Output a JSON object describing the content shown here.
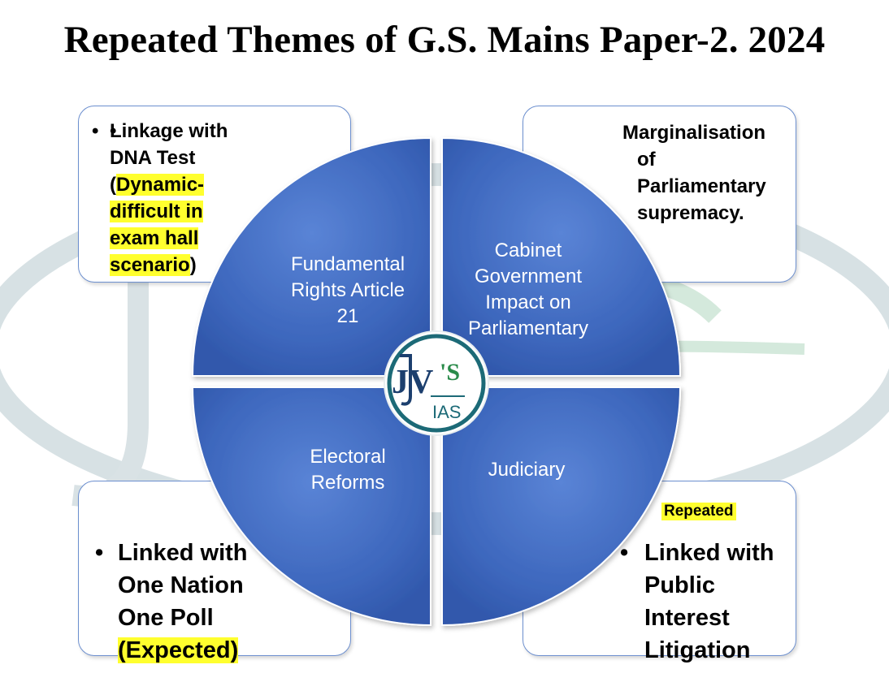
{
  "title": "Repeated Themes of G.S. Mains Paper-2. 2024",
  "logo": {
    "letters": "JV",
    "suffix": "'S",
    "sub": "IAS"
  },
  "quadrants": {
    "top_left": [
      "Fundamental",
      "Rights Article",
      "21"
    ],
    "top_right": [
      "Cabinet",
      "Government",
      "Impact on",
      "Parliamentary"
    ],
    "bottom_left": [
      "Electoral",
      "Reforms"
    ],
    "bottom_right": [
      "Judiciary"
    ]
  },
  "boxes": {
    "top_left": {
      "lines": [
        "Linkage with",
        "DNA Test"
      ],
      "paren_open": "(",
      "highlight_lines": [
        "Dynamic-",
        "difficult in",
        "exam hall",
        "scenario"
      ],
      "paren_close": ")"
    },
    "top_right": {
      "lines": [
        "Marginalisation",
        "of",
        "Parliamentary",
        "supremacy."
      ]
    },
    "bottom_left": {
      "lines": [
        "Linked with",
        "One Nation",
        "One Poll"
      ],
      "highlight": "(Expected)"
    },
    "bottom_right": {
      "badge": "Repeated",
      "lines": [
        "Linked with",
        "Public",
        "Interest",
        "Litigation"
      ]
    }
  },
  "colors": {
    "quadrant_fill": "#3d67bd",
    "box_border": "#6c8fcf",
    "highlight": "#ffff2e",
    "logo_ring": "#1c6a77"
  }
}
